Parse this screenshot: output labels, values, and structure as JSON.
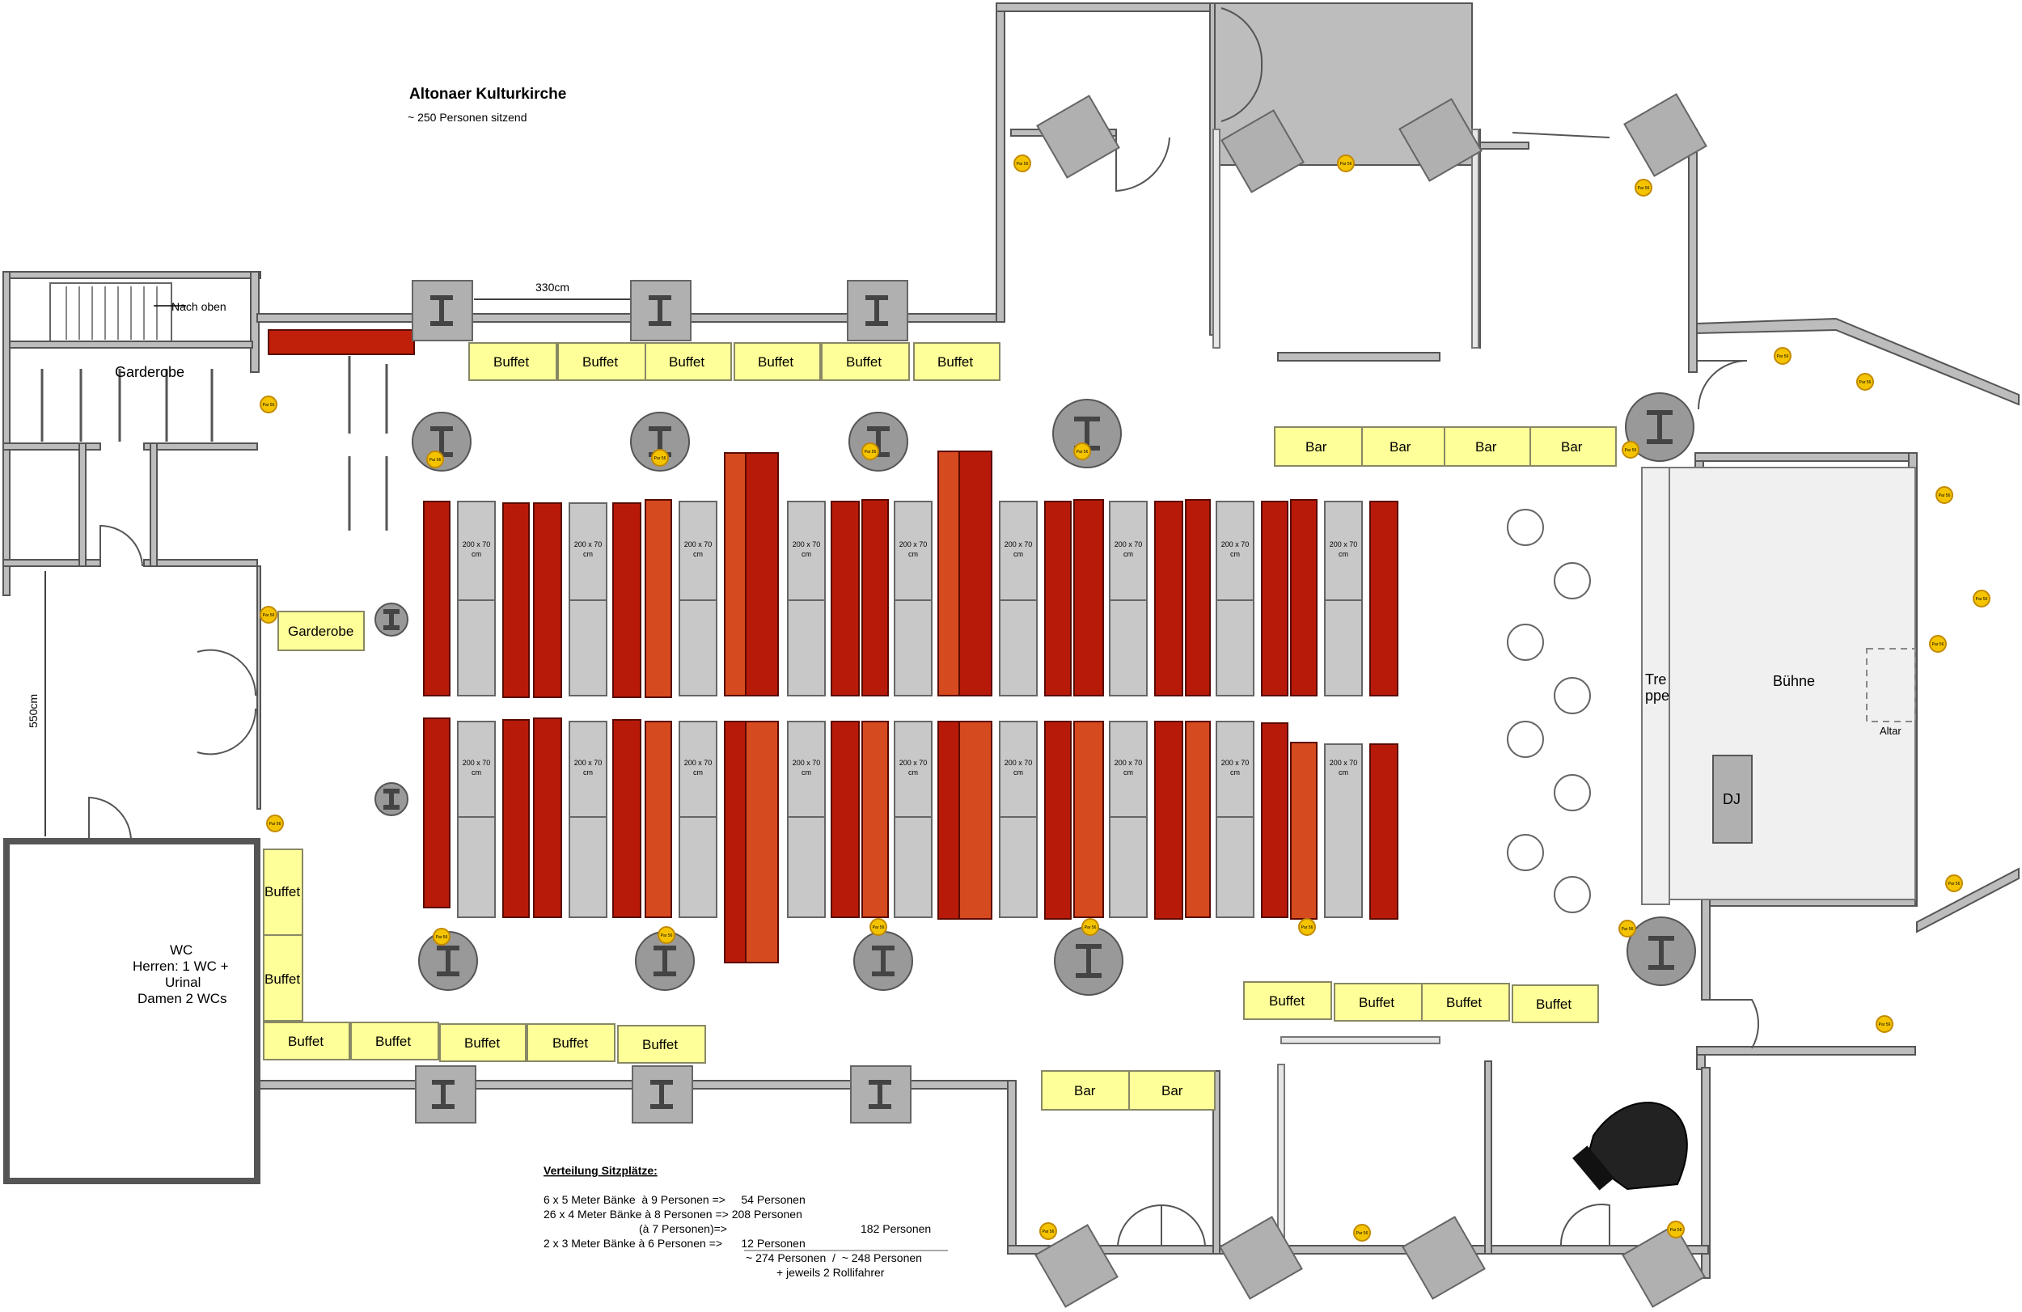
{
  "title": "Altonaer Kulturkirche",
  "subtitle": "~ 250 Personen sitzend",
  "labels": {
    "nach_oben": "Nach oben",
    "garderobe": "Garderobe",
    "dimension_330": "330cm",
    "dimension_550": "550cm",
    "wc": [
      "WC",
      "Herren: 1 WC +",
      "Urinal",
      "Damen 2 WCs"
    ],
    "buffet": "Buffet",
    "bar": "Bar",
    "table": [
      "200 x 70",
      "cm"
    ],
    "treppe": [
      "Tre",
      "ppe"
    ],
    "buehne": "Bühne",
    "altar": "Altar",
    "dj": "DJ",
    "lamp": "Par 56"
  },
  "legend": {
    "heading": "Verteilung Sitzplätze:",
    "line1": "6 x 5 Meter Bänke  à 9 Personen =>     54 Personen",
    "line2": "26 x 4 Meter Bänke à 8 Personen => 208 Personen",
    "line3": "(à 7 Personen)=>",
    "line3b": "182 Personen",
    "line4": "2 x 3 Meter Bänke à 6 Personen =>      12 Personen",
    "line5": "~ 274 Personen  /  ~ 248 Personen",
    "line6": "+ jeweils 2 Rollifahrer"
  },
  "colors": {
    "wall": "#bdbdbd",
    "buffet": "#ffff99",
    "table": "#c8c8c8",
    "bench": "#d64a1f",
    "lamp": "#f5c400",
    "stage": "#f0f0f0"
  }
}
